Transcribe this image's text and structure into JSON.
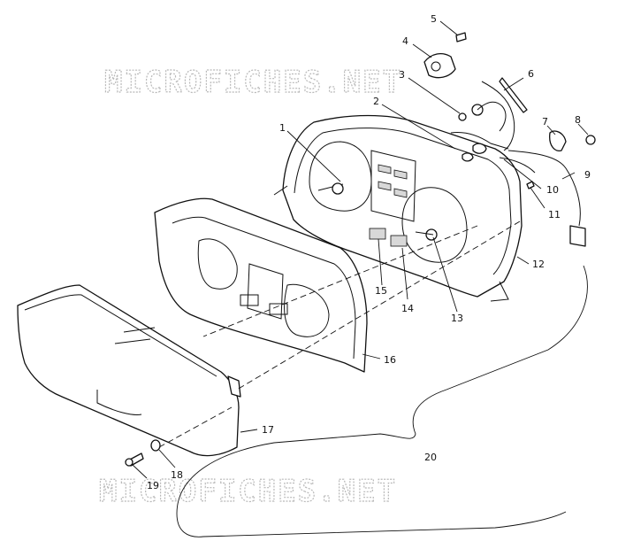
{
  "watermark_top": "MICROFICHES.NET",
  "watermark_bottom": "MICROFICHES.NET",
  "callouts": [
    "1",
    "2",
    "3",
    "4",
    "5",
    "6",
    "7",
    "8",
    "9",
    "10",
    "11",
    "12",
    "13",
    "14",
    "15",
    "16",
    "17",
    "18",
    "19",
    "20"
  ]
}
